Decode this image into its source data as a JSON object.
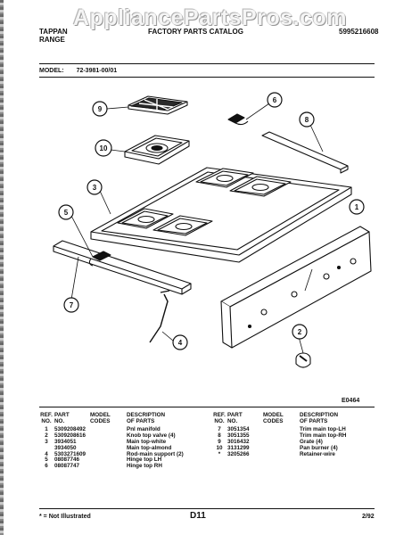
{
  "watermark": "AppliancePartsPros.com",
  "header": {
    "brand": [
      "TAPPAN",
      "RANGE"
    ],
    "catalog_title": "FACTORY PARTS CATALOG",
    "catalog_number": "5995216608"
  },
  "model": {
    "label": "MODEL:",
    "value": "72-3981-00/01"
  },
  "diagram": {
    "code": "E0464",
    "callouts": [
      "1",
      "2",
      "3",
      "4",
      "5",
      "6",
      "7",
      "8",
      "9",
      "10"
    ]
  },
  "parts_table": {
    "headers": {
      "ref": [
        "REF.",
        "NO."
      ],
      "part": [
        "PART",
        "NO."
      ],
      "model": [
        "MODEL",
        "CODES"
      ],
      "desc": [
        "DESCRIPTION",
        "OF PARTS"
      ]
    },
    "left": [
      {
        "ref": "1",
        "part": "5309208492",
        "code": "",
        "desc": "Pnl manifold"
      },
      {
        "ref": "2",
        "part": "5309208616",
        "code": "",
        "desc": "Knob top valve (4)"
      },
      {
        "ref": "3",
        "part": "3934051",
        "code": "",
        "desc": "Main top-white"
      },
      {
        "ref": "",
        "part": "3934050",
        "code": "",
        "desc": "Main top-almond"
      },
      {
        "ref": "4",
        "part": "5303271609",
        "code": "",
        "desc": "Rod-main support (2)"
      },
      {
        "ref": "5",
        "part": "08087746",
        "code": "",
        "desc": "Hinge top LH"
      },
      {
        "ref": "6",
        "part": "08087747",
        "code": "",
        "desc": "Hinge top RH"
      }
    ],
    "right": [
      {
        "ref": "7",
        "part": "3051354",
        "code": "",
        "desc": "Trim main top-LH"
      },
      {
        "ref": "8",
        "part": "3051355",
        "code": "",
        "desc": "Trim main top-RH"
      },
      {
        "ref": "9",
        "part": "3016432",
        "code": "",
        "desc": "Grate (4)"
      },
      {
        "ref": "10",
        "part": "3131299",
        "code": "",
        "desc": "Pan burner (4)"
      },
      {
        "ref": "*",
        "part": "3205266",
        "code": "",
        "desc": "Retainer-wire"
      }
    ]
  },
  "footer": {
    "note": "* = Not Illustrated",
    "page": "D11",
    "date": "2/92"
  }
}
